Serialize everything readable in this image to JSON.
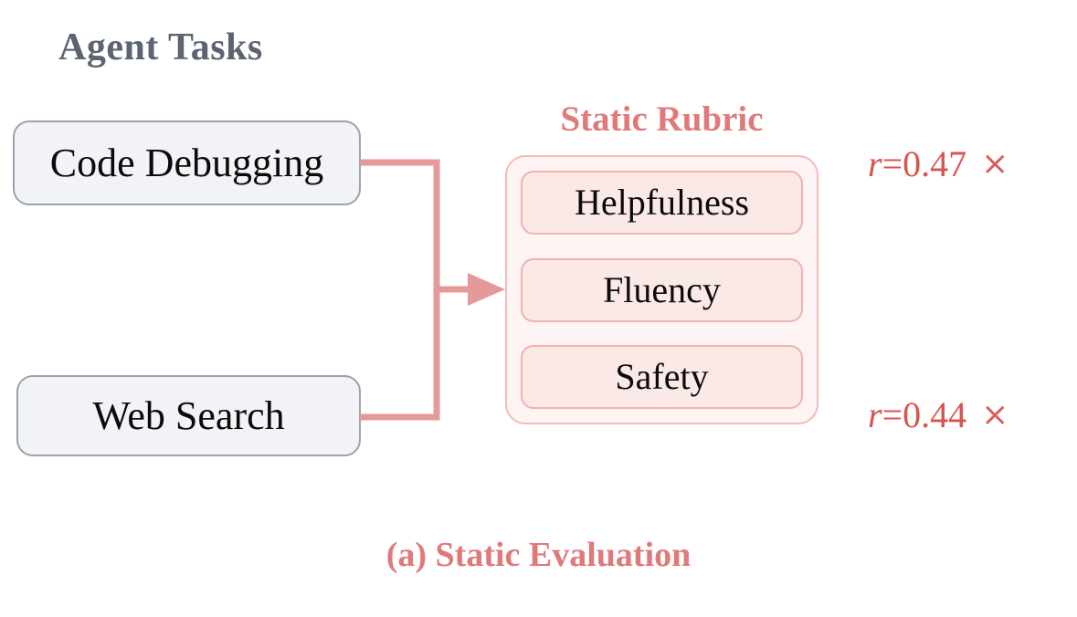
{
  "figure": {
    "caption": "(a) Static Evaluation",
    "background_color": "#ffffff",
    "accent_color": "#e07a7a",
    "task_color": "#5c6472"
  },
  "left_section": {
    "heading": "Agent Tasks",
    "tasks": [
      {
        "label": "Code Debugging"
      },
      {
        "label": "Web Search"
      }
    ]
  },
  "rubric": {
    "title": "Static Rubric",
    "items": [
      {
        "label": "Helpfulness"
      },
      {
        "label": "Fluency"
      },
      {
        "label": "Safety"
      }
    ]
  },
  "correlations": [
    {
      "symbol": "r",
      "equals": "=0.47",
      "mark": "×"
    },
    {
      "symbol": "r",
      "equals": "=0.44",
      "mark": "×"
    }
  ],
  "connector": {
    "arrow_color": "#e59a99",
    "description": "bracket-merge-arrow"
  }
}
